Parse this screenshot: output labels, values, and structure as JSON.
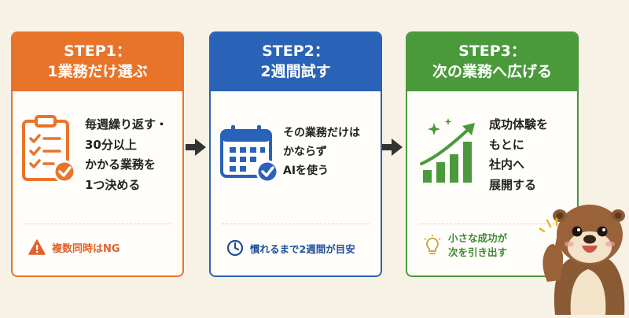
{
  "steps": [
    {
      "title_line1": "STEP1：",
      "title_line2": "1業務だけ選ぶ",
      "desc": [
        "毎週繰り返す・",
        "30分以上",
        "かかる業務を",
        "1つ決める"
      ],
      "note": "複数同時はNG",
      "icon": "clipboard-checklist-icon",
      "note_icon": "warning-icon",
      "color": "#e8742a"
    },
    {
      "title_line1": "STEP2：",
      "title_line2": "2週間試す",
      "desc": [
        "その業務だけは",
        "かならず",
        "AIを使う"
      ],
      "note": "慣れるまで2週間が目安",
      "icon": "calendar-check-icon",
      "note_icon": "clock-icon",
      "color": "#2a62b8"
    },
    {
      "title_line1": "STEP3：",
      "title_line2": "次の業務へ広げる",
      "desc": [
        "成功体験を",
        "もとに",
        "社内へ",
        "展開する"
      ],
      "note": [
        "小さな成功が",
        "次を引き出す"
      ],
      "icon": "growth-chart-icon",
      "note_icon": "lightbulb-icon",
      "color": "#4a9a3c"
    }
  ]
}
